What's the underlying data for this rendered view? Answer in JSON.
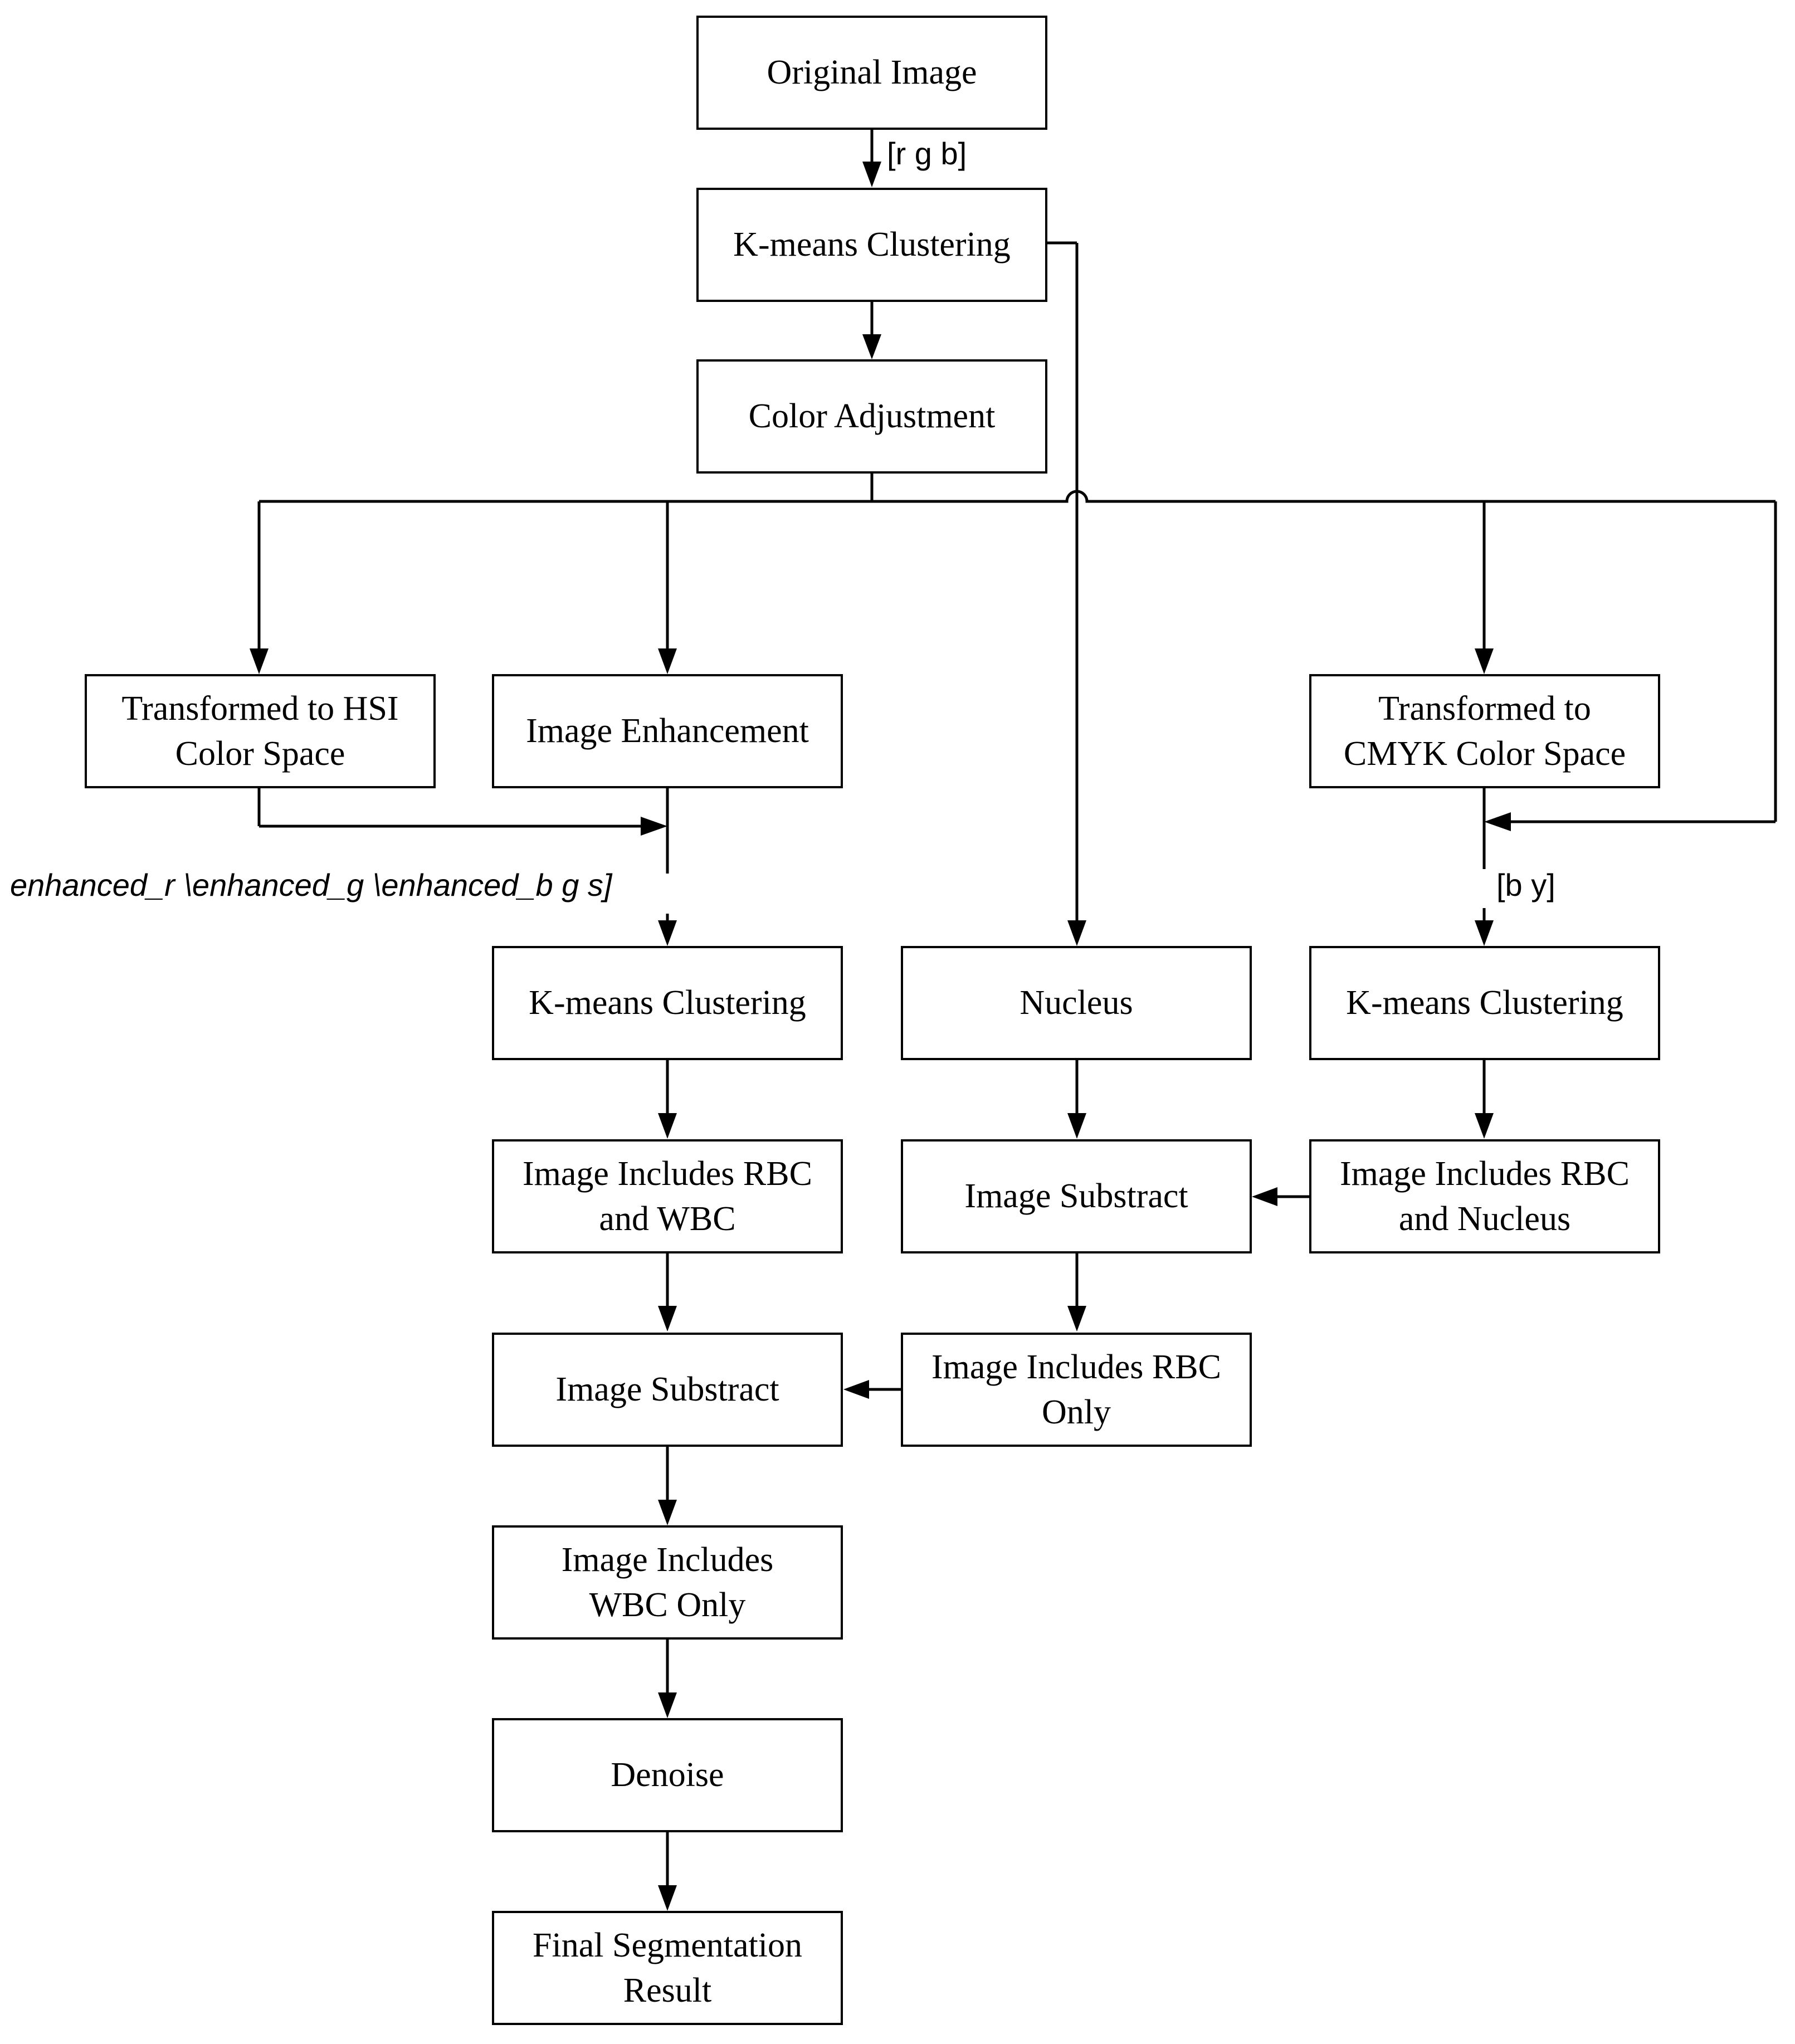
{
  "nodes": {
    "original_image": "Original Image",
    "kmeans_1": "K-means Clustering",
    "color_adjustment": "Color Adjustment",
    "hsi": "Transformed to HSI\nColor Space",
    "enhancement": "Image Enhancement",
    "cmyk": "Transformed to\nCMYK Color Space",
    "kmeans_left": "K-means Clustering",
    "nucleus": "Nucleus",
    "kmeans_right": "K-means Clustering",
    "rbc_wbc": "Image Includes RBC\nand WBC",
    "substract_mid": "Image Substract",
    "rbc_nucleus": "Image Includes RBC\nand Nucleus",
    "substract_left": "Image Substract",
    "rbc_only": "Image Includes RBC\nOnly",
    "wbc_only": "Image  Includes\nWBC Only",
    "denoise": "Denoise",
    "final": "Final Segmentation\nResult"
  },
  "edge_labels": {
    "rgb": "[r g b]",
    "enhanced": "enhanced_r \\enhanced_g \\enhanced_b g s]",
    "by": "[b y]"
  }
}
